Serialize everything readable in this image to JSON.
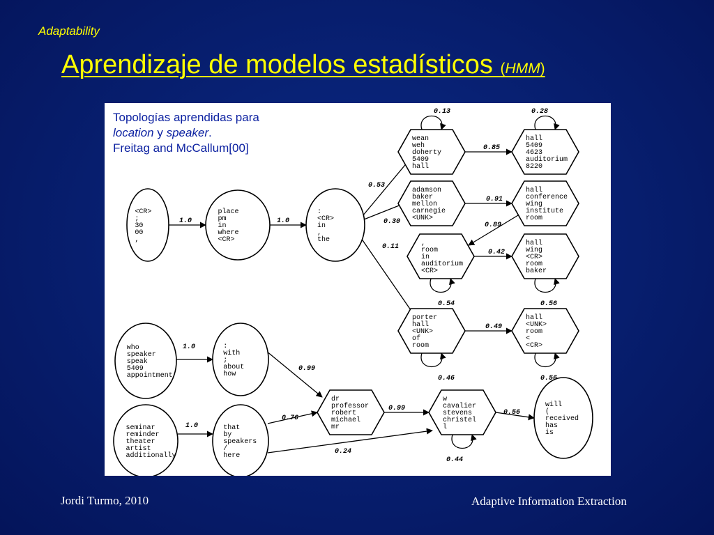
{
  "header": {
    "section": "Adaptability",
    "title_main": "Aprendizaje de modelos estadísticos ",
    "title_paren_open": "(",
    "title_paren_term": "HMM",
    "title_paren_close": ")"
  },
  "caption": {
    "line1": "Topologías aprendidas para",
    "term1": "location",
    "conj": " y ",
    "term2": "speaker",
    "period": ".",
    "line3": "Freitag and McCallum[00]"
  },
  "diagram": {
    "nodes": [
      {
        "id": "n1",
        "shape": "ellipse",
        "lines": [
          "<CR>",
          ";",
          "30",
          "00",
          ","
        ]
      },
      {
        "id": "n2",
        "shape": "ellipse",
        "lines": [
          "place",
          "pm",
          "in",
          "where",
          "<CR>"
        ]
      },
      {
        "id": "n3",
        "shape": "ellipse",
        "lines": [
          ":",
          "<CR>",
          "in",
          ",",
          "the"
        ]
      },
      {
        "id": "h1",
        "shape": "hexagon",
        "lines": [
          "wean",
          "weh",
          "doherty",
          "5409",
          "hall"
        ]
      },
      {
        "id": "h2",
        "shape": "hexagon",
        "lines": [
          "hall",
          "5409",
          "4623",
          "auditorium",
          "8220"
        ]
      },
      {
        "id": "h3",
        "shape": "hexagon",
        "lines": [
          "adamson",
          "baker",
          "mellon",
          "carnegie",
          "<UNK>"
        ]
      },
      {
        "id": "h4",
        "shape": "hexagon",
        "lines": [
          "hall",
          "conference",
          "wing",
          "institute",
          "room"
        ]
      },
      {
        "id": "h5",
        "shape": "hexagon",
        "lines": [
          ",",
          "room",
          "in",
          "auditorium",
          "<CR>"
        ]
      },
      {
        "id": "h6",
        "shape": "hexagon",
        "lines": [
          "hall",
          "wing",
          "<CR>",
          "room",
          "baker"
        ]
      },
      {
        "id": "h7",
        "shape": "hexagon",
        "lines": [
          "porter",
          "hall",
          "<UNK>",
          "of",
          "room"
        ]
      },
      {
        "id": "h8",
        "shape": "hexagon",
        "lines": [
          "hall",
          "<UNK>",
          "room",
          "<",
          "<CR>"
        ]
      },
      {
        "id": "s1",
        "shape": "ellipse",
        "lines": [
          "who",
          "speaker",
          "speak",
          "5409",
          "appointment"
        ]
      },
      {
        "id": "s2",
        "shape": "ellipse",
        "lines": [
          ":",
          "with",
          ";",
          "about",
          "how"
        ]
      },
      {
        "id": "s3",
        "shape": "ellipse",
        "lines": [
          "seminar",
          "reminder",
          "theater",
          "artist",
          "additionally"
        ]
      },
      {
        "id": "s4",
        "shape": "ellipse",
        "lines": [
          "that",
          "by",
          "speakers",
          "/",
          "here"
        ]
      },
      {
        "id": "s5",
        "shape": "hexagon",
        "lines": [
          "dr",
          "professor",
          "robert",
          "michael",
          "mr"
        ]
      },
      {
        "id": "s6",
        "shape": "hexagon",
        "lines": [
          "w",
          "cavalier",
          "stevens",
          "christel",
          "l"
        ]
      },
      {
        "id": "s7",
        "shape": "ellipse",
        "lines": [
          "will",
          "(",
          "received",
          "has",
          "is"
        ]
      }
    ],
    "edge_labels": {
      "n1_n2": "1.0",
      "n2_n3": "1.0",
      "n3_h1": "0.53",
      "n3_h3": "0.30",
      "n3_h7": "0.11",
      "h1_h2": "0.85",
      "h3_h4": "0.91",
      "h4_h5": "0.89",
      "h5_h6": "0.42",
      "h7_h8": "0.49",
      "loop_h1": "0.13",
      "loop_h2": "0.28",
      "loop_h5": "0.54",
      "loop_h6": "0.56",
      "loop_h7": "0.46",
      "loop_h8": "0.56",
      "s1_s2": "1.0",
      "s2_s5": "0.99",
      "s3_s4": "1.0",
      "s4_s5": "0.76",
      "s5_s6": "0.99",
      "s6_s7": "0.56",
      "s4_s6": "0.24",
      "loop_s6": "0.44"
    }
  },
  "footer": {
    "author": "Jordi Turmo, 2010",
    "course": "Adaptive Information Extraction"
  }
}
